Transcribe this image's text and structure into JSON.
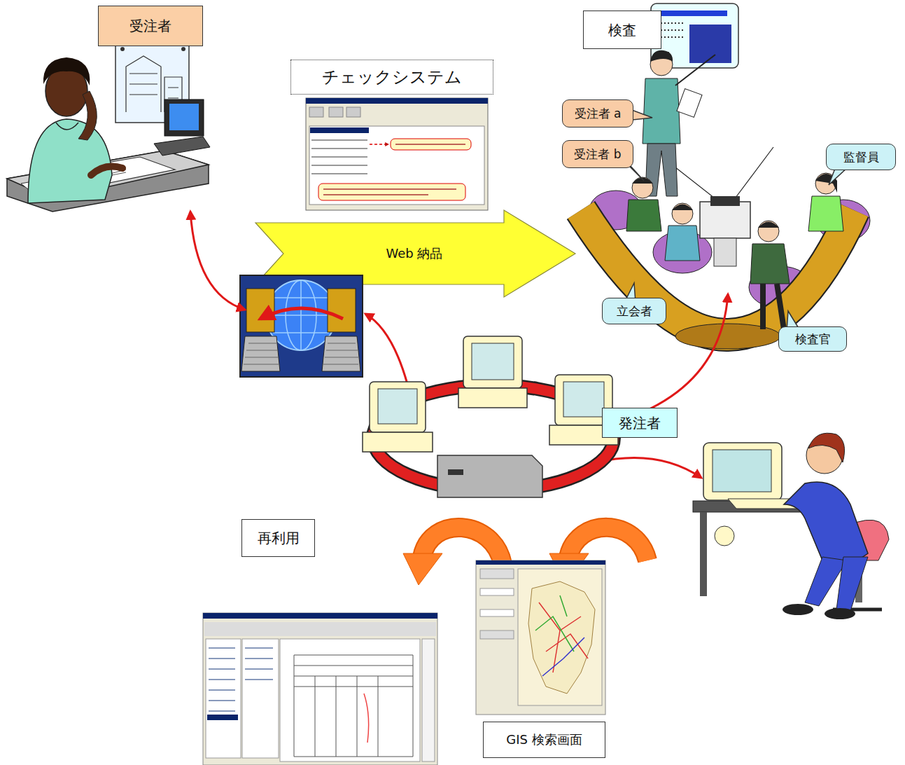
{
  "diagram": {
    "nodes": [
      {
        "text": [
          "受注者"
        ]
      },
      {
        "text": [
          "チェックシステム"
        ]
      },
      {
        "text": [
          "検査"
        ]
      },
      {
        "text": [
          "受注者 a"
        ]
      },
      {
        "text": [
          "受注者 b"
        ]
      },
      {
        "text": [
          "監督員"
        ]
      },
      {
        "text": [
          "立会者"
        ]
      },
      {
        "text": [
          "検査官"
        ]
      },
      {
        "text": [
          "発注者"
        ]
      },
      {
        "text": [
          "再利用"
        ]
      },
      {
        "text": [
          "GIS 検索画面"
        ]
      }
    ],
    "labels": [
      "Web 納品"
    ]
  }
}
